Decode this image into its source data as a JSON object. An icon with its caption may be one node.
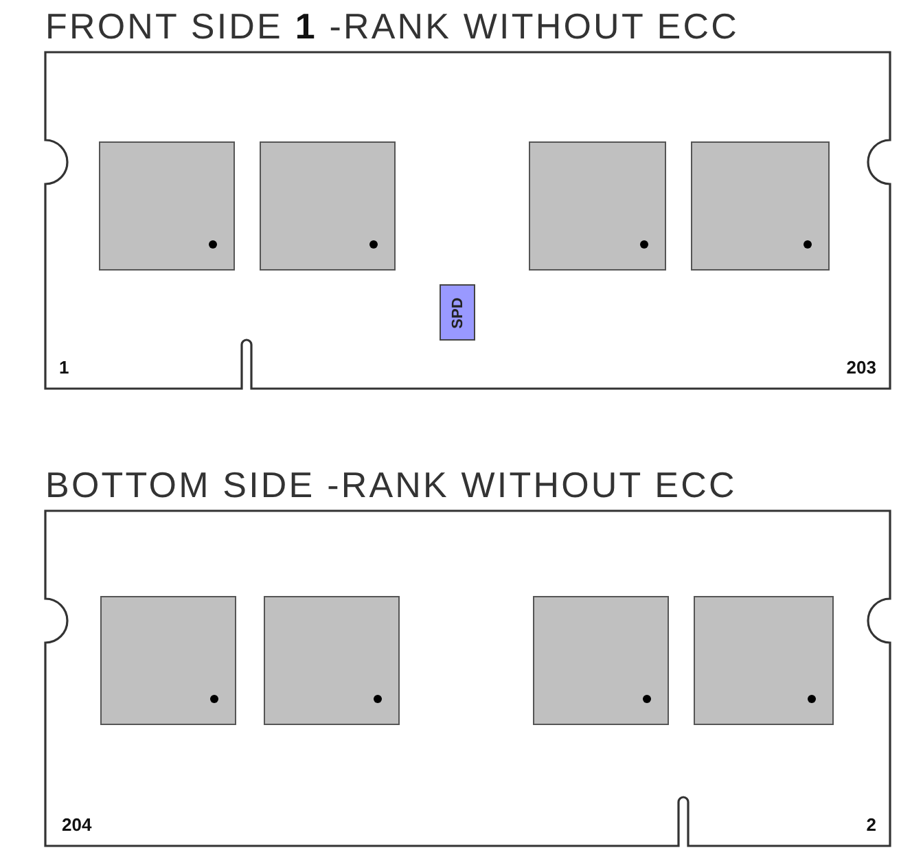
{
  "diagram": {
    "nodes": [
      {
        "text": [
          "FRONT SIDE **1** -RANK WITHOUT ECC",
          "1",
          "203"
        ]
      },
      {
        "text": [],
        "shape": "box",
        "in": 0
      },
      {
        "text": [],
        "shape": "box",
        "in": 0
      },
      {
        "text": [],
        "shape": "box",
        "in": 0
      },
      {
        "text": [],
        "shape": "box",
        "in": 0
      },
      {
        "text": [
          "SPD"
        ],
        "in": 0
      },
      {
        "text": [
          "BOTTOM SIDE -RANK WITHOUT ECC",
          "204",
          "2"
        ]
      },
      {
        "text": [],
        "shape": "box",
        "in": 6
      },
      {
        "text": [],
        "shape": "box",
        "in": 6
      },
      {
        "text": [],
        "shape": "box",
        "in": 6
      },
      {
        "text": [],
        "shape": "box",
        "in": 6
      }
    ]
  }
}
